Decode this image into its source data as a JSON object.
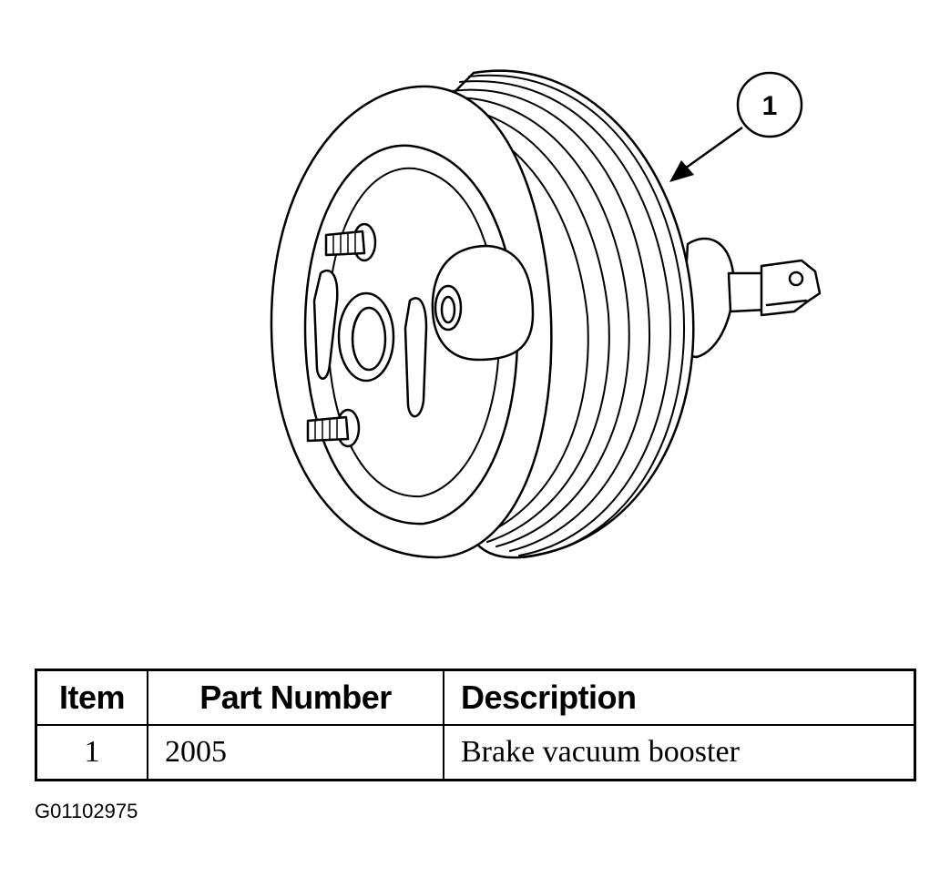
{
  "diagram": {
    "callout_label": "1",
    "subject_icon": "brake-vacuum-booster-illustration"
  },
  "parts_table": {
    "headers": {
      "item": "Item",
      "part_number": "Part Number",
      "description": "Description"
    },
    "rows": [
      {
        "item": "1",
        "part_number": "2005",
        "description": "Brake vacuum booster"
      }
    ]
  },
  "figure_code": "G01102975"
}
